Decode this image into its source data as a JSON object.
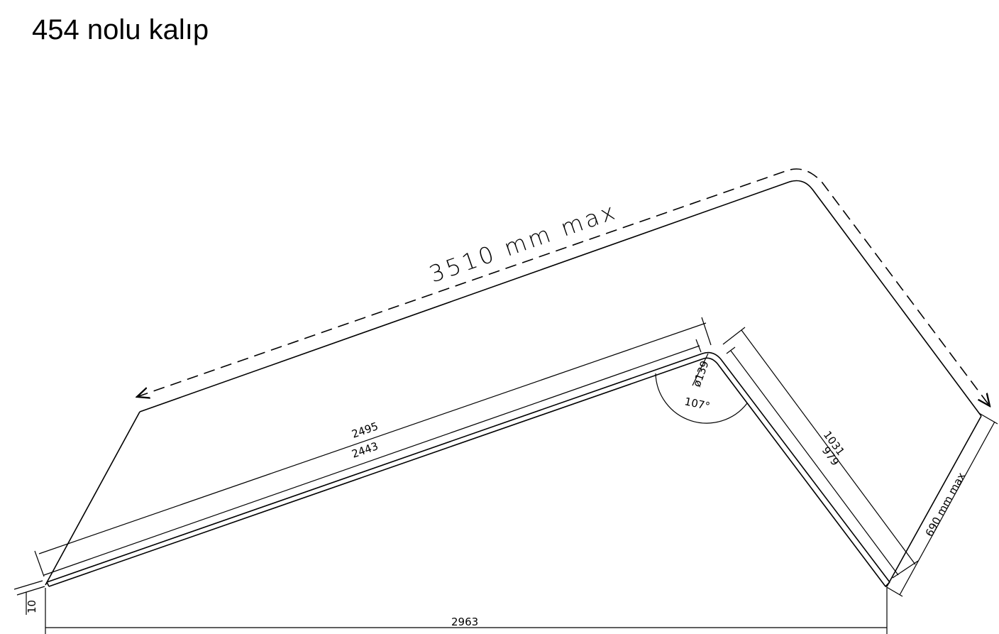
{
  "title": "454 nolu kalıp",
  "dimensions": {
    "envelope_long": "3510 mm max",
    "envelope_short": "690 mm max",
    "outer_long_leg": "2495",
    "inner_long_leg": "2443",
    "outer_short_leg": "1031",
    "inner_short_leg": "979",
    "bend_diameter": "ø139",
    "bend_angle": "107°",
    "thickness": "10",
    "overall_width": "2963"
  },
  "colors": {
    "line": "#000000",
    "background": "#ffffff"
  }
}
